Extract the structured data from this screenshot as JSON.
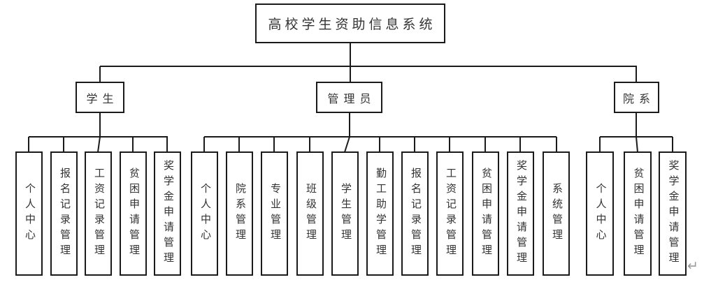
{
  "diagram": {
    "title": "高校学生资助信息系统",
    "root": {
      "label": "高校学生资助信息系统"
    },
    "branches": [
      {
        "label": "学生",
        "children": [
          "个人中心",
          "报名记录管理",
          "工资记录管理",
          "贫困申请管理",
          "奖学金申请管理"
        ]
      },
      {
        "label": "管理员",
        "children": [
          "个人中心",
          "院系管理",
          "专业管理",
          "班级管理",
          "学生管理",
          "勤工助学管理",
          "报名记录管理",
          "工资记录管理",
          "贫困申请管理",
          "奖学金申请管理",
          "系统管理"
        ]
      },
      {
        "label": "院系",
        "children": [
          "个人中心",
          "贫困申请管理",
          "奖学金申请管理"
        ]
      }
    ],
    "paragraph_mark": "↵",
    "colors": {
      "line": "#1a1a1a",
      "text": "#333333",
      "paragraph_mark": "#9a9a9a",
      "background": "#ffffff"
    }
  }
}
